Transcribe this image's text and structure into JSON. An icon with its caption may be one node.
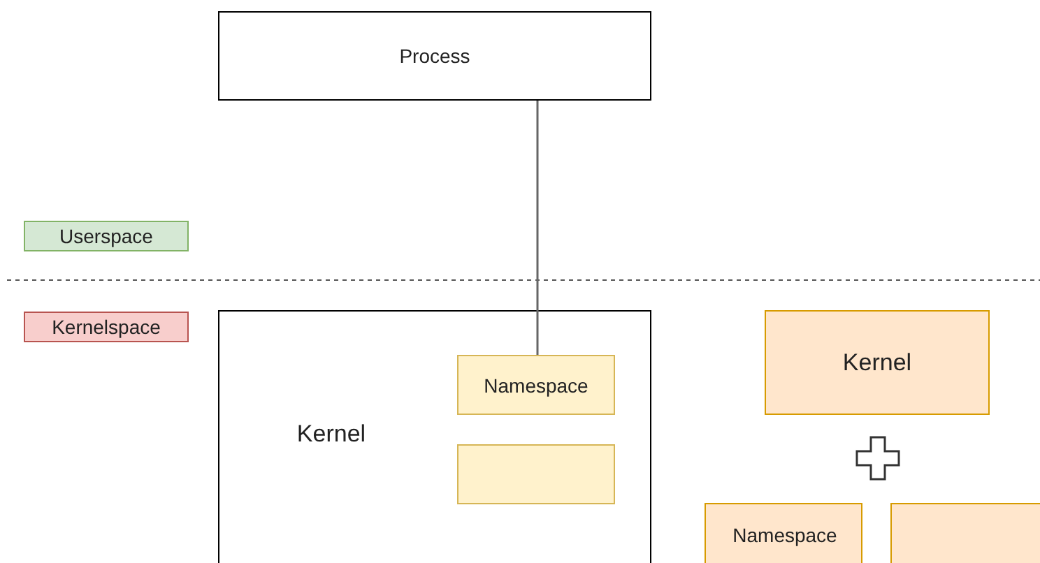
{
  "diagram": {
    "nodes": [
      {
        "text": [
          "Process"
        ]
      },
      {
        "text": [
          "Userspace"
        ]
      },
      {
        "text": [
          "Kernelspace"
        ]
      },
      {
        "text": [
          "Kernel"
        ]
      },
      {
        "text": [
          "Namespace"
        ],
        "in": 3
      },
      {
        "text": [],
        "shape": "box",
        "in": 3
      },
      {
        "text": [
          "Kernel"
        ]
      },
      {
        "text": [
          "Namespace"
        ]
      },
      {
        "text": [],
        "shape": "box"
      }
    ],
    "edges": [
      {
        "from": 0,
        "to": 4,
        "arrow": "none"
      }
    ]
  }
}
